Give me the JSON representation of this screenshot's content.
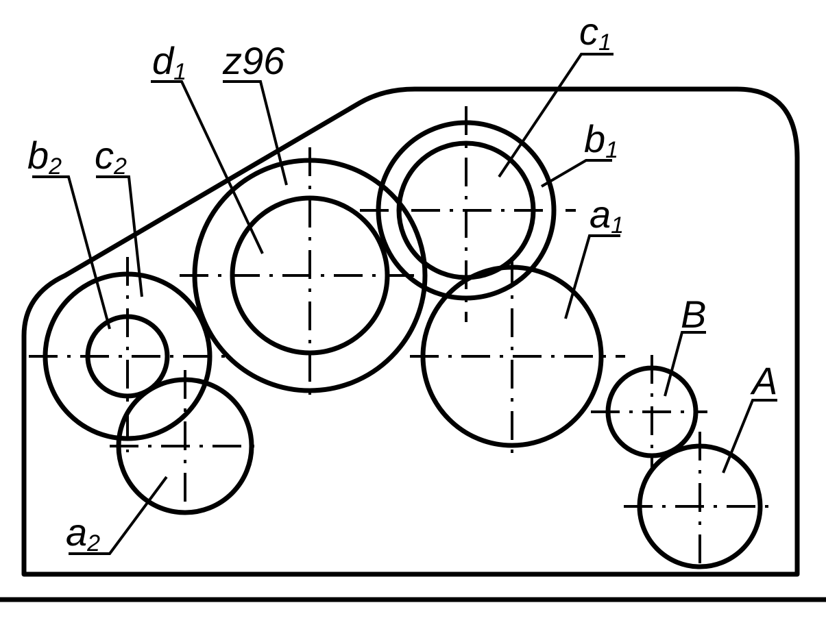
{
  "labels": {
    "c1": {
      "main": "c",
      "sub": "1"
    },
    "d1": {
      "main": "d",
      "sub": "1"
    },
    "z96": {
      "main": "z96",
      "sub": ""
    },
    "b1": {
      "main": "b",
      "sub": "1"
    },
    "b2": {
      "main": "b",
      "sub": "2"
    },
    "c2": {
      "main": "c",
      "sub": "2"
    },
    "a1": {
      "main": "a",
      "sub": "1"
    },
    "a2": {
      "main": "a",
      "sub": "2"
    },
    "B": {
      "main": "B",
      "sub": ""
    },
    "A": {
      "main": "A",
      "sub": ""
    }
  },
  "colors": {
    "stroke": "#000000",
    "background": "#ffffff"
  }
}
